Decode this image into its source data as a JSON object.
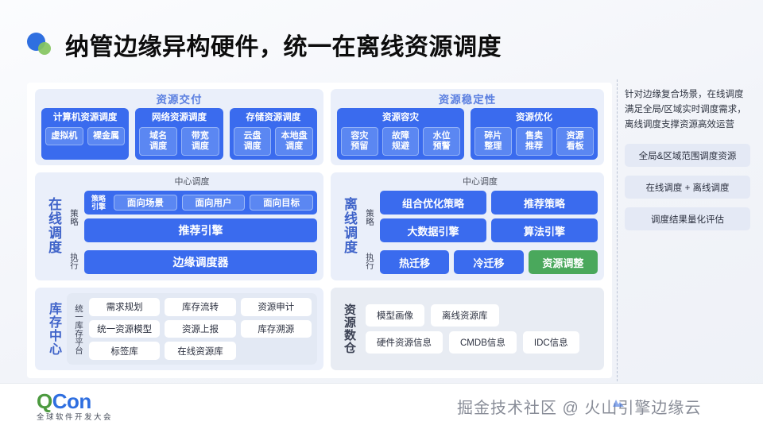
{
  "title": "纳管边缘异构硬件，统一在离线资源调度",
  "colors": {
    "primary_blue": "#3a6bee",
    "light_blue": "#5b87f2",
    "accent_green": "#4aa85c",
    "panel_bg": "#eaeffa",
    "title_text": "#5b7fe0"
  },
  "delivery": {
    "band_title": "资源交付",
    "cards": [
      {
        "title": "计算机资源调度",
        "chips": [
          "虚拟机",
          "裸金属"
        ]
      },
      {
        "title": "网络资源调度",
        "chips": [
          "域名\n调度",
          "带宽\n调度"
        ]
      },
      {
        "title": "存储资源调度",
        "chips": [
          "云盘\n调度",
          "本地盘\n调度"
        ]
      }
    ]
  },
  "stability": {
    "band_title": "资源稳定性",
    "cards": [
      {
        "title": "资源容灾",
        "chips": [
          "容灾\n预留",
          "故障\n规避",
          "水位\n预警"
        ]
      },
      {
        "title": "资源优化",
        "chips": [
          "碎片\n整理",
          "售卖\n推荐",
          "资源\n看板"
        ]
      }
    ]
  },
  "online_scheduling": {
    "label": "在线调度",
    "center_title": "中心调度",
    "strategy_label": "策略",
    "exec_label": "执行",
    "engine_name": "策略\n引擎",
    "engine_pills": [
      "面向场景",
      "面向用户",
      "面向目标"
    ],
    "recommend_bar": "推荐引擎",
    "exec_bar": "边缘调度器"
  },
  "offline_scheduling": {
    "label": "离线调度",
    "center_title": "中心调度",
    "strategy_label": "策略",
    "exec_label": "执行",
    "strategy_rows": [
      [
        "组合优化策略",
        "推荐策略"
      ],
      [
        "大数据引擎",
        "算法引擎"
      ]
    ],
    "exec_items": [
      {
        "label": "热迁移",
        "highlight": false
      },
      {
        "label": "冷迁移",
        "highlight": false
      },
      {
        "label": "资源调整",
        "highlight": true
      }
    ]
  },
  "inventory": {
    "label": "库存中心",
    "platform_label": "统一库存平台",
    "rows": [
      [
        "需求规划",
        "库存流转",
        "资源申计"
      ],
      [
        "统一资源模型",
        "资源上报",
        "库存溯源"
      ],
      [
        "标签库",
        "在线资源库",
        ""
      ]
    ]
  },
  "data_warehouse": {
    "label": "资源数仓",
    "rows": [
      [
        "模型画像",
        "离线资源库"
      ],
      [
        "硬件资源信息",
        "CMDB信息",
        "IDC信息"
      ]
    ]
  },
  "aside": {
    "description": "针对边缘复合场景，在线调度满足全局/区域实时调度需求，离线调度支撑资源高效运营",
    "boxes": [
      "全局&区域范围调度资源",
      "在线调度 + 离线调度",
      "调度结果量化评估"
    ]
  },
  "footer": {
    "logo_q": "Q",
    "logo_con": "Con",
    "logo_subtitle": "全球软件开发大会",
    "watermark": "掘金技术社区 @ 火山引擎边缘云"
  }
}
